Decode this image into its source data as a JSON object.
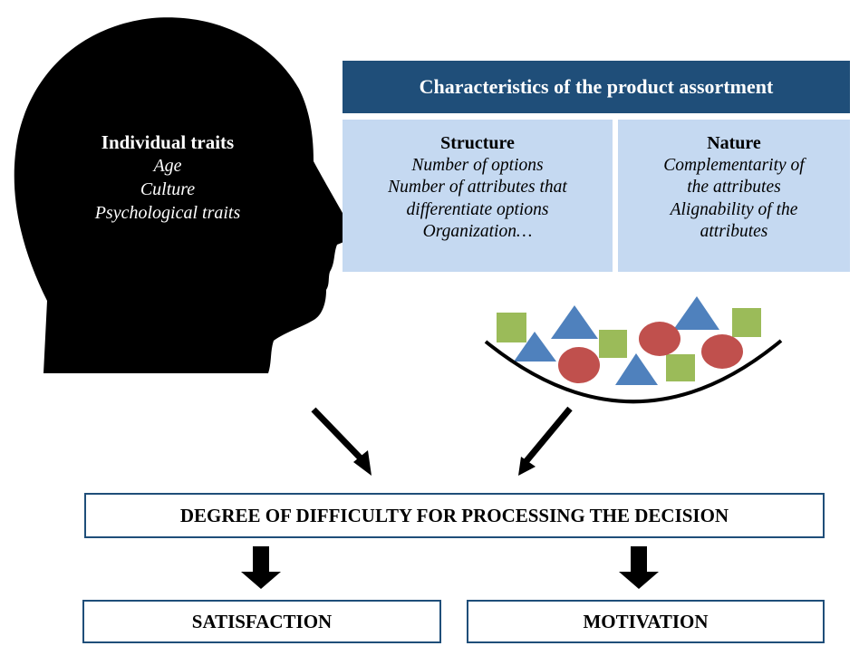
{
  "individual": {
    "title": "Individual traits",
    "items": [
      "Age",
      "Culture",
      "Psychological traits"
    ]
  },
  "assortment": {
    "header": "Characteristics of the product assortment",
    "structure": {
      "title": "Structure",
      "lines": [
        "Number of options",
        "Number of attributes that",
        "differentiate options",
        "Organization…"
      ]
    },
    "nature": {
      "title": "Nature",
      "lines": [
        "Complementarity of",
        "the attributes",
        "Alignability of the",
        "attributes"
      ]
    }
  },
  "decision_label": "DEGREE OF DIFFICULTY FOR PROCESSING THE DECISION",
  "outcomes": {
    "satisfaction": "SATISFACTION",
    "motivation": "MOTIVATION"
  },
  "colors": {
    "header_bg": "#1f4e79",
    "panel_bg": "#c5d9f1",
    "square": "#9bbb59",
    "triangle": "#4f81bd",
    "circle": "#c0504d"
  }
}
